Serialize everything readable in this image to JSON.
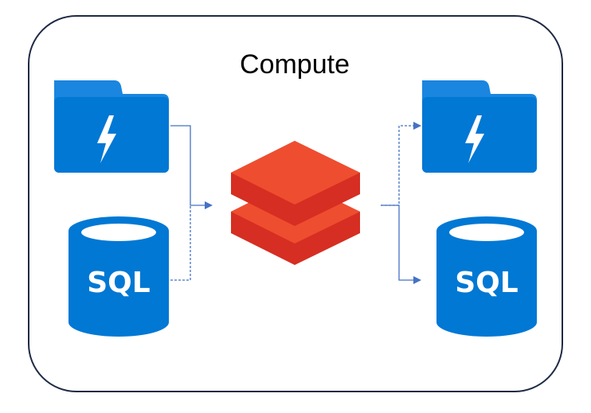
{
  "diagram": {
    "title": "Compute",
    "sources": [
      {
        "kind": "storage-folder",
        "icon": "lightning-bolt-icon"
      },
      {
        "kind": "sql-database",
        "label": "SQL"
      }
    ],
    "processor": {
      "kind": "stacked-layers",
      "icon": "databricks-layers-icon"
    },
    "destinations": [
      {
        "kind": "storage-folder",
        "icon": "lightning-bolt-icon"
      },
      {
        "kind": "sql-database",
        "label": "SQL"
      }
    ],
    "colors": {
      "frame_border": "#1F2A44",
      "azure_blue": "#0078D4",
      "azure_blue_dark": "#005BA1",
      "folder_tab": "#1A86E0",
      "layer_top": "#EF4D2F",
      "layer_side": "#D62E22",
      "arrow": "#4472C4"
    }
  }
}
